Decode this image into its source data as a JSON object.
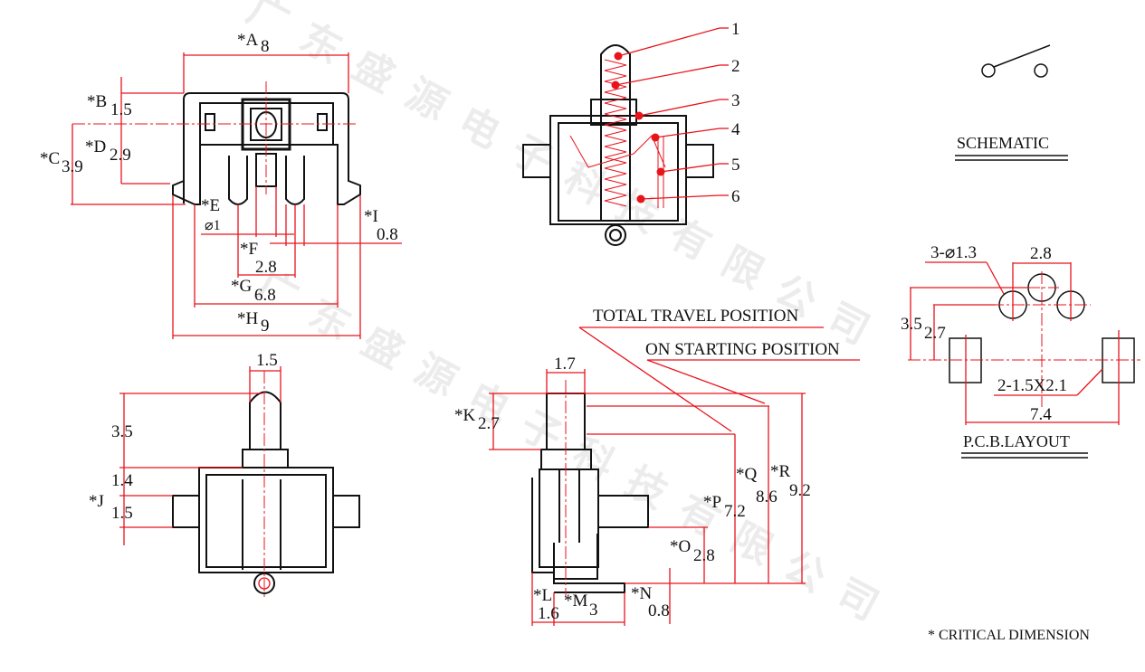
{
  "watermark": "广东盛源电子科技有限公司",
  "colors": {
    "dimension": "#e8141c",
    "outline": "#111111"
  },
  "top_view": {
    "A": {
      "label": "*A",
      "value": "8"
    },
    "B": {
      "label": "*B",
      "value": "1.5"
    },
    "C": {
      "label": "*C",
      "value": "3.9"
    },
    "D": {
      "label": "*D",
      "value": "2.9"
    },
    "E": {
      "label": "*E",
      "value": "⌀1"
    },
    "F": {
      "label": "*F",
      "value": "2.8"
    },
    "G": {
      "label": "*G",
      "value": "6.8"
    },
    "H": {
      "label": "*H",
      "value": "9"
    },
    "I": {
      "label": "*I",
      "value": "0.8"
    }
  },
  "section_view": {
    "callouts": [
      "1",
      "2",
      "3",
      "4",
      "5",
      "6"
    ]
  },
  "front_view": {
    "width": "1.5",
    "height": "3.5",
    "d1": "1.4",
    "J": {
      "label": "*J",
      "value": "1.5"
    }
  },
  "side_view": {
    "total_travel": "TOTAL TRAVEL POSITION",
    "on_starting": "ON STARTING POSITION",
    "width": "1.7",
    "K": {
      "label": "*K",
      "value": "2.7"
    },
    "P": {
      "label": "*P",
      "value": "7.2"
    },
    "Q": {
      "label": "*Q",
      "value": "8.6"
    },
    "R": {
      "label": "*R",
      "value": "9.2"
    },
    "O": {
      "label": "*O",
      "value": "2.8"
    },
    "L": {
      "label": "*L",
      "value": "1.6"
    },
    "M": {
      "label": "*M",
      "value": "3"
    },
    "N": {
      "label": "*N",
      "value": "0.8"
    }
  },
  "schematic": {
    "title": "SCHEMATIC"
  },
  "pcb": {
    "title": "P.C.B.LAYOUT",
    "holes": "3-⌀1.3",
    "pitch": "2.8",
    "h1": "3.5",
    "h2": "2.7",
    "pads": "2-1.5X2.1",
    "pad_span": "7.4"
  },
  "note": "* CRITICAL  DIMENSION"
}
